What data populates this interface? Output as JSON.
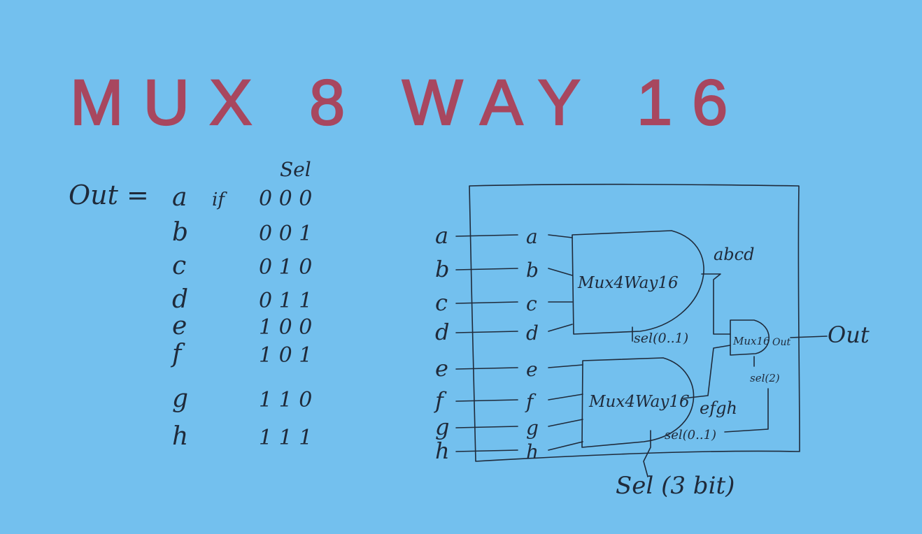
{
  "title": "MUX 8 WAY 16",
  "truth_table": {
    "header": "Sel",
    "lhs": "Out =",
    "if_word": "if",
    "rows": [
      {
        "input": "a",
        "sel": "0 0 0"
      },
      {
        "input": "b",
        "sel": "0 0 1"
      },
      {
        "input": "c",
        "sel": "0 1 0"
      },
      {
        "input": "d",
        "sel": "0 1 1"
      },
      {
        "input": "e",
        "sel": "1 0 0"
      },
      {
        "input": "f",
        "sel": "1 0 1"
      },
      {
        "input": "g",
        "sel": "1 1 0"
      },
      {
        "input": "h",
        "sel": "1 1 1"
      }
    ]
  },
  "diagram": {
    "inputs_outer": [
      "a",
      "b",
      "c",
      "d",
      "e",
      "f",
      "g",
      "h"
    ],
    "inputs_inner": [
      "a",
      "b",
      "c",
      "d",
      "e",
      "f",
      "g",
      "h"
    ],
    "mux_top_label": "Mux4Way16",
    "mux_bottom_label": "Mux4Way16",
    "mux_final_label": "Mux16",
    "out_wire_label": "Out",
    "wire_abcd": "abcd",
    "wire_efgh": "efgh",
    "sel_top": "sel(0..1)",
    "sel_bottom": "sel(0..1)",
    "sel_final": "sel(2)",
    "output_label": "Out",
    "sel_bus_label": "Sel (3 bit)"
  }
}
